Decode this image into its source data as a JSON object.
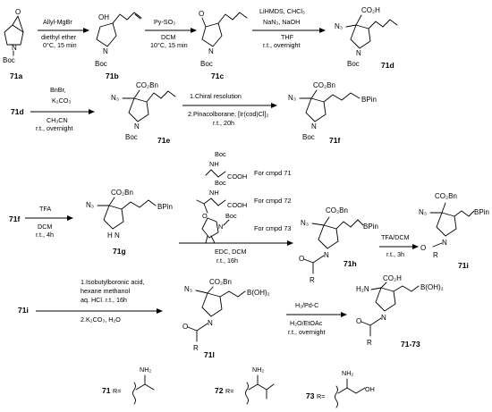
{
  "compounds": {
    "c71a": "71a",
    "c71b": "71b",
    "c71c": "71c",
    "c71d": "71d",
    "c71d_ref": "71d",
    "c71e": "71e",
    "c71f": "71f",
    "c71f_ref": "71f",
    "c71g": "71g",
    "c71h": "71h",
    "c71i": "71i",
    "c71i_ref": "71i",
    "c71l": "71l",
    "c7173": "71-73"
  },
  "reagents": {
    "s1_top": "Allyl-MgBr",
    "s1_bot": "diethyl ether",
    "s1_cond": "0°C, 15 min",
    "s2_top": "Py-SO₃",
    "s2_bot": "DCM",
    "s2_cond": "10°C, 15 min",
    "s3_a": "LiHMDS, CHCl₃",
    "s3_b": "NaN₃, NaOH",
    "s3_c": "THF",
    "s3_d": "r.t., overnight",
    "s4_a": "BnBr,",
    "s4_b": "K₂CO₃",
    "s4_c": "CH₃CN",
    "s4_d": "r.t., overnight",
    "s5_a": "1.Chiral resolution",
    "s5_b": "2.Pinacolborane, [Ir(cod)Cl]₂",
    "s5_c": "r.t., 20h",
    "s6_a": "TFA",
    "s6_b": "DCM",
    "s6_c": "r.t., 4h",
    "s7_a": "EDC, DCM",
    "s7_b": "r.t., 16h",
    "for71": "For cmpd 71",
    "for72": "For cmpd 72",
    "for73": "For cmpd 73",
    "s8_a": "TFA/DCM",
    "s8_b": "r.t., 3h",
    "s9_a": "1.Isobutylboronic acid,",
    "s9_b": "hexane methanol",
    "s9_c": "aq. HCl. r.t., 16h",
    "s9_d": "2.K₂CO₃, H₂O",
    "s10_a": "H₂/Pd-C",
    "s10_b": "H₂O/EtOAc",
    "s10_c": "r.t., overnight"
  },
  "atoms": {
    "O": "O",
    "OH": "OH",
    "N": "N",
    "Boc": "Boc",
    "N3": "N₃",
    "CO2H": "CO₂H",
    "CO2Bn": "CO₂Bn",
    "BPin": "BPin",
    "BOH2": "B(OH)₂",
    "NH": "NH",
    "NH2": "NH₂",
    "H2N": "H₂N",
    "H": "H",
    "COOH": "COOH",
    "R": "R",
    "Rlabel": "R="
  },
  "r_groups": {
    "r71": "71",
    "r72": "72",
    "r73": "73"
  }
}
